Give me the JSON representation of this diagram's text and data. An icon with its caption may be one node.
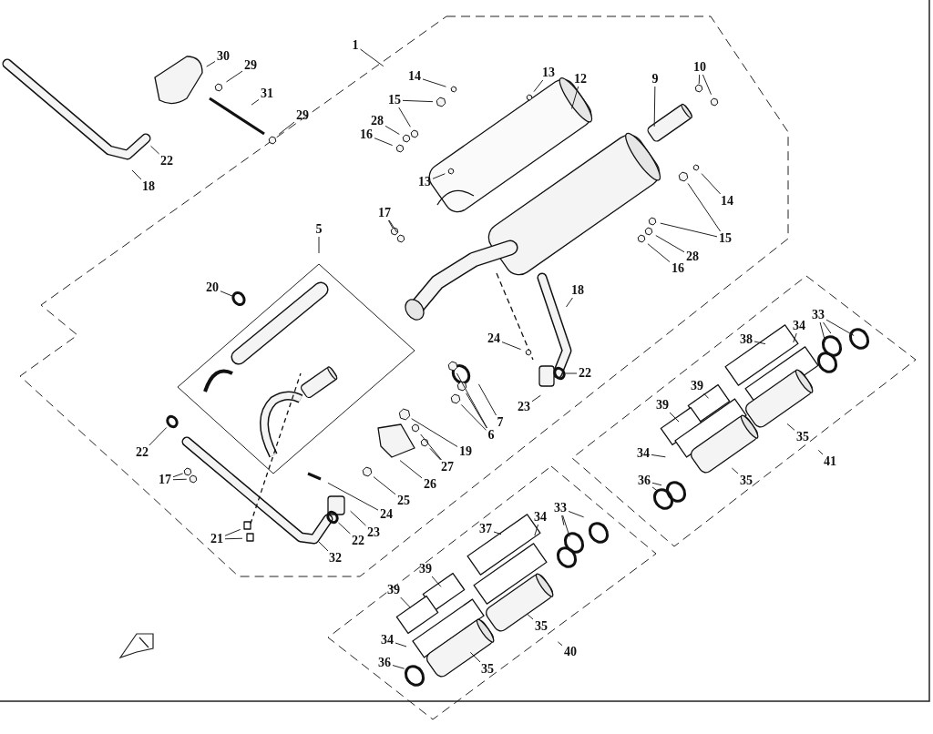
{
  "diagram": {
    "nodes": [
      {
        "text": [
          "1"
        ]
      },
      {
        "text": [
          "30"
        ]
      },
      {
        "text": [
          "29"
        ]
      },
      {
        "text": [
          "31"
        ]
      },
      {
        "text": [
          "29"
        ]
      },
      {
        "text": [
          "22"
        ]
      },
      {
        "text": [
          "18"
        ]
      },
      {
        "text": [
          "14"
        ]
      },
      {
        "text": [
          "13"
        ]
      },
      {
        "text": [
          "12"
        ]
      },
      {
        "text": [
          "15"
        ]
      },
      {
        "text": [
          "28"
        ]
      },
      {
        "text": [
          "16"
        ]
      },
      {
        "text": [
          "9"
        ]
      },
      {
        "text": [
          "10"
        ]
      },
      {
        "text": [
          "13"
        ]
      },
      {
        "text": [
          "17"
        ]
      },
      {
        "text": [
          "14"
        ]
      },
      {
        "text": [
          "15"
        ]
      },
      {
        "text": [
          "28"
        ]
      },
      {
        "text": [
          "16"
        ]
      },
      {
        "text": [
          "5"
        ]
      },
      {
        "text": [
          "20"
        ]
      },
      {
        "text": [
          "18"
        ]
      },
      {
        "text": [
          "24"
        ]
      },
      {
        "text": [
          "22"
        ]
      },
      {
        "text": [
          "23"
        ]
      },
      {
        "text": [
          "7"
        ]
      },
      {
        "text": [
          "6"
        ]
      },
      {
        "text": [
          "19"
        ]
      },
      {
        "text": [
          "27"
        ]
      },
      {
        "text": [
          "26"
        ]
      },
      {
        "text": [
          "25"
        ]
      },
      {
        "text": [
          "24"
        ]
      },
      {
        "text": [
          "23"
        ]
      },
      {
        "text": [
          "22"
        ]
      },
      {
        "text": [
          "32"
        ]
      },
      {
        "text": [
          "21"
        ]
      },
      {
        "text": [
          "17"
        ]
      },
      {
        "text": [
          "22"
        ]
      },
      {
        "text": [
          "33"
        ]
      },
      {
        "text": [
          "34"
        ]
      },
      {
        "text": [
          "38"
        ]
      },
      {
        "text": [
          "39"
        ]
      },
      {
        "text": [
          "39"
        ]
      },
      {
        "text": [
          "34"
        ]
      },
      {
        "text": [
          "36"
        ]
      },
      {
        "text": [
          "35"
        ]
      },
      {
        "text": [
          "35"
        ]
      },
      {
        "text": [
          "41"
        ]
      },
      {
        "text": [
          "33"
        ]
      },
      {
        "text": [
          "34"
        ]
      },
      {
        "text": [
          "37"
        ]
      },
      {
        "text": [
          "39"
        ]
      },
      {
        "text": [
          "39"
        ]
      },
      {
        "text": [
          "34"
        ]
      },
      {
        "text": [
          "36"
        ]
      },
      {
        "text": [
          "35"
        ]
      },
      {
        "text": [
          "35"
        ]
      },
      {
        "text": [
          "40"
        ]
      }
    ],
    "edges": [
      {
        "from": 0,
        "to": null,
        "arrow": "none"
      },
      {
        "from": 1,
        "to": null,
        "arrow": "none"
      },
      {
        "from": 2,
        "to": null,
        "arrow": "none"
      },
      {
        "from": 3,
        "to": null,
        "arrow": "none"
      },
      {
        "from": 4,
        "to": null,
        "arrow": "none"
      },
      {
        "from": 5,
        "to": null,
        "arrow": "none"
      },
      {
        "from": 6,
        "to": null,
        "arrow": "none"
      },
      {
        "from": 7,
        "to": null,
        "arrow": "none"
      },
      {
        "from": 8,
        "to": null,
        "arrow": "none"
      },
      {
        "from": 9,
        "to": null,
        "arrow": "none"
      },
      {
        "from": 10,
        "to": null,
        "arrow": "none"
      },
      {
        "from": 10,
        "to": null,
        "arrow": "none"
      },
      {
        "from": 11,
        "to": null,
        "arrow": "none"
      },
      {
        "from": 12,
        "to": null,
        "arrow": "none"
      },
      {
        "from": 13,
        "to": null,
        "arrow": "none"
      },
      {
        "from": 14,
        "to": null,
        "arrow": "none"
      },
      {
        "from": 14,
        "to": null,
        "arrow": "none"
      },
      {
        "from": 15,
        "to": null,
        "arrow": "none"
      },
      {
        "from": 16,
        "to": null,
        "arrow": "none"
      },
      {
        "from": 16,
        "to": null,
        "arrow": "none"
      },
      {
        "from": 17,
        "to": null,
        "arrow": "none"
      },
      {
        "from": 18,
        "to": null,
        "arrow": "none"
      },
      {
        "from": 18,
        "to": null,
        "arrow": "none"
      },
      {
        "from": 19,
        "to": null,
        "arrow": "none"
      },
      {
        "from": 20,
        "to": null,
        "arrow": "none"
      },
      {
        "from": 21,
        "to": null,
        "arrow": "none"
      },
      {
        "from": 22,
        "to": null,
        "arrow": "none"
      },
      {
        "from": 23,
        "to": null,
        "arrow": "none"
      },
      {
        "from": 24,
        "to": null,
        "arrow": "none"
      },
      {
        "from": 25,
        "to": null,
        "arrow": "none"
      },
      {
        "from": 26,
        "to": null,
        "arrow": "none"
      },
      {
        "from": 27,
        "to": null,
        "arrow": "none"
      },
      {
        "from": 28,
        "to": null,
        "arrow": "none"
      },
      {
        "from": 28,
        "to": null,
        "arrow": "none"
      },
      {
        "from": 28,
        "to": null,
        "arrow": "none"
      },
      {
        "from": 29,
        "to": null,
        "arrow": "none"
      },
      {
        "from": 30,
        "to": null,
        "arrow": "none"
      },
      {
        "from": 30,
        "to": null,
        "arrow": "none"
      },
      {
        "from": 31,
        "to": null,
        "arrow": "none"
      },
      {
        "from": 32,
        "to": null,
        "arrow": "none"
      },
      {
        "from": 33,
        "to": null,
        "arrow": "none"
      },
      {
        "from": 34,
        "to": null,
        "arrow": "none"
      },
      {
        "from": 35,
        "to": null,
        "arrow": "none"
      },
      {
        "from": 36,
        "to": null,
        "arrow": "none"
      },
      {
        "from": 37,
        "to": null,
        "arrow": "none"
      },
      {
        "from": 37,
        "to": null,
        "arrow": "none"
      },
      {
        "from": 38,
        "to": null,
        "arrow": "none"
      },
      {
        "from": 38,
        "to": null,
        "arrow": "none"
      },
      {
        "from": 39,
        "to": null,
        "arrow": "none"
      },
      {
        "from": 40,
        "to": null,
        "arrow": "none"
      },
      {
        "from": 40,
        "to": null,
        "arrow": "none"
      },
      {
        "from": 40,
        "to": null,
        "arrow": "none"
      },
      {
        "from": 41,
        "to": null,
        "arrow": "none"
      },
      {
        "from": 42,
        "to": null,
        "arrow": "none"
      },
      {
        "from": 43,
        "to": null,
        "arrow": "none"
      },
      {
        "from": 44,
        "to": null,
        "arrow": "none"
      },
      {
        "from": 45,
        "to": null,
        "arrow": "none"
      },
      {
        "from": 46,
        "to": null,
        "arrow": "none"
      },
      {
        "from": 46,
        "to": null,
        "arrow": "none"
      },
      {
        "from": 47,
        "to": null,
        "arrow": "none"
      },
      {
        "from": 48,
        "to": null,
        "arrow": "none"
      },
      {
        "from": 49,
        "to": null,
        "arrow": "none"
      },
      {
        "from": 50,
        "to": null,
        "arrow": "none"
      },
      {
        "from": 50,
        "to": null,
        "arrow": "none"
      },
      {
        "from": 50,
        "to": null,
        "arrow": "none"
      },
      {
        "from": 51,
        "to": null,
        "arrow": "none"
      },
      {
        "from": 52,
        "to": null,
        "arrow": "none"
      },
      {
        "from": 53,
        "to": null,
        "arrow": "none"
      },
      {
        "from": 54,
        "to": null,
        "arrow": "none"
      },
      {
        "from": 55,
        "to": null,
        "arrow": "none"
      },
      {
        "from": 56,
        "to": null,
        "arrow": "none"
      },
      {
        "from": 57,
        "to": null,
        "arrow": "none"
      },
      {
        "from": 58,
        "to": null,
        "arrow": "none"
      },
      {
        "from": 59,
        "to": null,
        "arrow": "none"
      }
    ]
  }
}
